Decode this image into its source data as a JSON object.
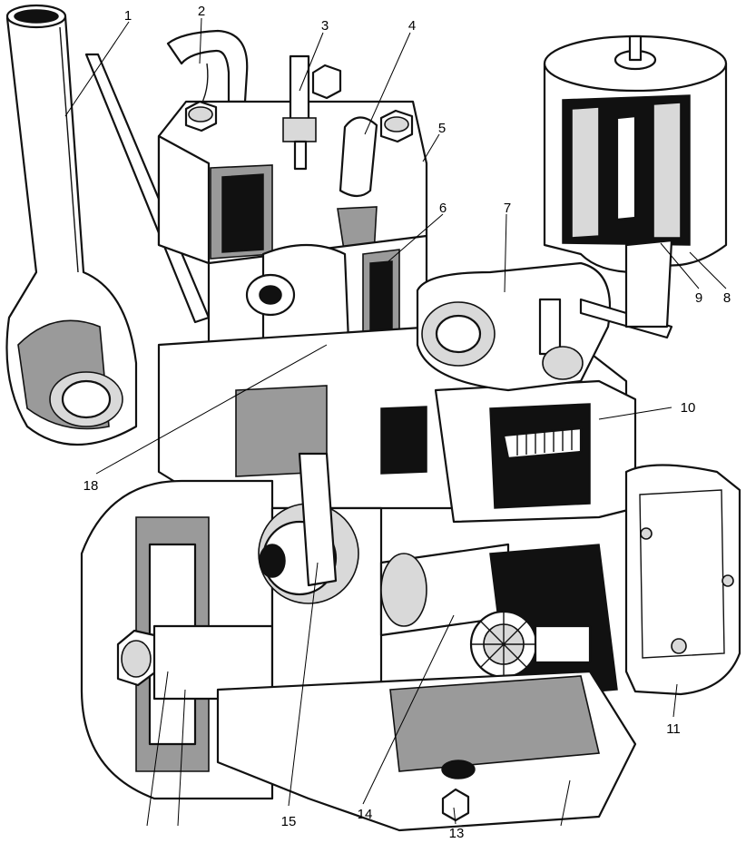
{
  "callouts": [
    {
      "id": "1",
      "label": "1"
    },
    {
      "id": "2",
      "label": "2"
    },
    {
      "id": "3",
      "label": "3"
    },
    {
      "id": "4",
      "label": "4"
    },
    {
      "id": "5",
      "label": "5"
    },
    {
      "id": "6",
      "label": "6"
    },
    {
      "id": "7",
      "label": "7"
    },
    {
      "id": "8",
      "label": "8"
    },
    {
      "id": "9",
      "label": "9"
    },
    {
      "id": "10",
      "label": "10"
    },
    {
      "id": "11",
      "label": "11"
    },
    {
      "id": "13",
      "label": "13"
    },
    {
      "id": "14",
      "label": "14"
    },
    {
      "id": "15",
      "label": "15"
    },
    {
      "id": "18",
      "label": "18"
    }
  ]
}
